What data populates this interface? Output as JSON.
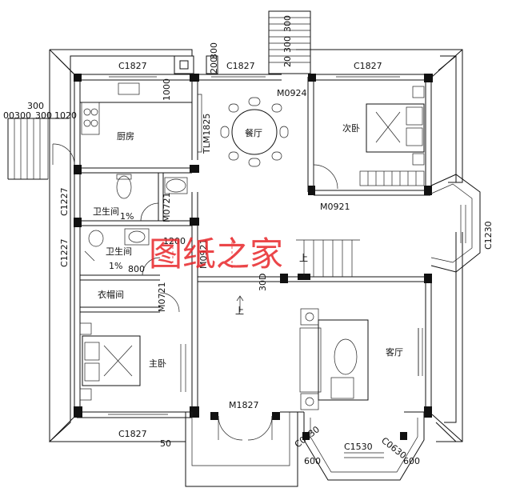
{
  "labels": {
    "c1827_top_left": "C1827",
    "c1827_top_mid": "C1827",
    "c1827_top_right": "C1827",
    "c1827_bottom": "C1827",
    "c1227_upper": "C1227",
    "c1227_lower": "C1227",
    "c1230": "C1230",
    "c1530": "C1530",
    "c0630_left": "C0630",
    "c0630_right": "C0630",
    "m0924": "M0924",
    "m0921_bedroom2": "M0921",
    "m0921_center": "M0921",
    "m0721_upper": "M0721",
    "m0721_lower": "M0721",
    "m1827": "M1827",
    "tlm1825": "TLM1825",
    "dim_1000": "1000",
    "dim_300_stair_a": "300",
    "dim_300_stair_b": "300",
    "dim_20": "20",
    "dim_300_stair_c": "300",
    "dim_200_1": "200",
    "dim_300_top": "300",
    "dim_00": "00",
    "dim_300_left_a": "300",
    "dim_300_left_b": "300",
    "dim_1020": "1020",
    "dim_1200": "1200",
    "dim_800": "800",
    "dim_30d": "30D",
    "dim_600_left": "600",
    "dim_600_right": "600",
    "dim_50": "50",
    "slope_upper": "1%",
    "slope_lower": "1%",
    "up_left": "上",
    "up_right": "上",
    "kitchen": "厨房",
    "dining": "餐厅",
    "bedroom2": "次卧",
    "bath_upper": "卫生间",
    "bath_lower": "卫生间",
    "closet": "衣帽间",
    "master_bedroom": "主卧",
    "living": "客厅",
    "watermark": "图纸之家"
  },
  "colors": {
    "line": "#111111",
    "watermark": "#e8262a",
    "background": "#ffffff"
  }
}
